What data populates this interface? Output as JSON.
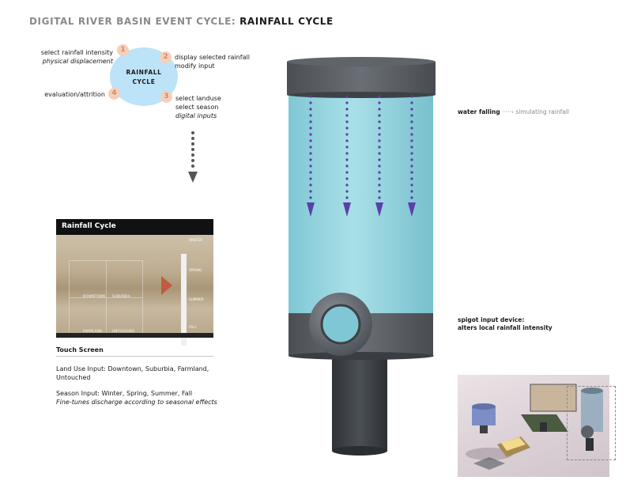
{
  "header": {
    "title_prefix": "DIGITAL RIVER BASIN EVENT CYCLE: ",
    "title_main": "RAINFALL CYCLE"
  },
  "cycle": {
    "center_line1": "RAINFALL",
    "center_line2": "CYCLE",
    "steps": [
      {
        "num": "1",
        "line1": "select rainfall intensity",
        "line2": "physical displacement"
      },
      {
        "num": "2",
        "line1": "display selected rainfall",
        "line2": "modify input"
      },
      {
        "num": "3",
        "line1": "select landuse",
        "line2": "select season",
        "line3": "digital inputs"
      },
      {
        "num": "4",
        "line1": "evaluation/attrition"
      }
    ]
  },
  "touch_screen": {
    "panel_title": "Rainfall Cycle",
    "zones": [
      "DOWNTOWN",
      "SUBURBIA",
      "FARMLAND",
      "UNTOUCHED"
    ],
    "seasons": [
      "WINTER",
      "SPRING",
      "SUMMER",
      "FALL"
    ],
    "caption_title": "Touch Screen",
    "landuse_line1": "Land Use Input: Downtown, Suburbia, Farmland,",
    "landuse_line2": "Untouched",
    "season_line1": "Season Input: Winter, Spring, Summer, Fall",
    "season_line2": "Fine-tunes discharge according to seasonal effects"
  },
  "annotations": {
    "water_label": "water falling",
    "water_sim": "simulating rainfall",
    "spigot_line1": "spigot input device:",
    "spigot_line2": "alters local rainfall intensity"
  },
  "colors": {
    "accent_circle": "#bde3f8",
    "step_number": "#f6cfb8",
    "rain_arrow": "#5b3fa8",
    "cylinder_water": "#8fd3de",
    "cap": "#55595e",
    "arrow_marker": "#c35a3e"
  }
}
